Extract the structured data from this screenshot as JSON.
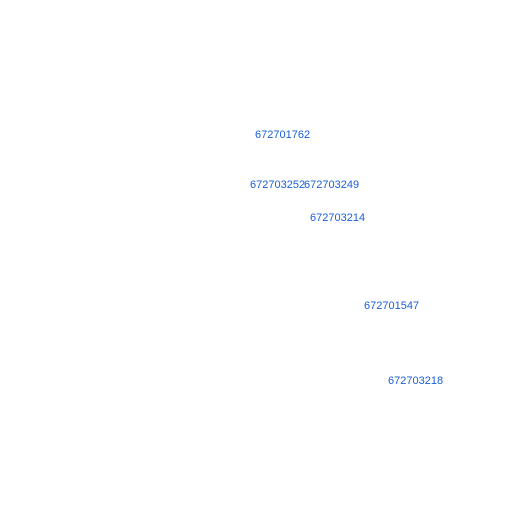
{
  "map": {
    "label_color": "#1a5fd6",
    "labels": [
      {
        "text": "672701762"
      },
      {
        "text": "672703252"
      },
      {
        "text": "672703249"
      },
      {
        "text": "672703214"
      },
      {
        "text": "672701547"
      },
      {
        "text": "672703218"
      }
    ]
  }
}
